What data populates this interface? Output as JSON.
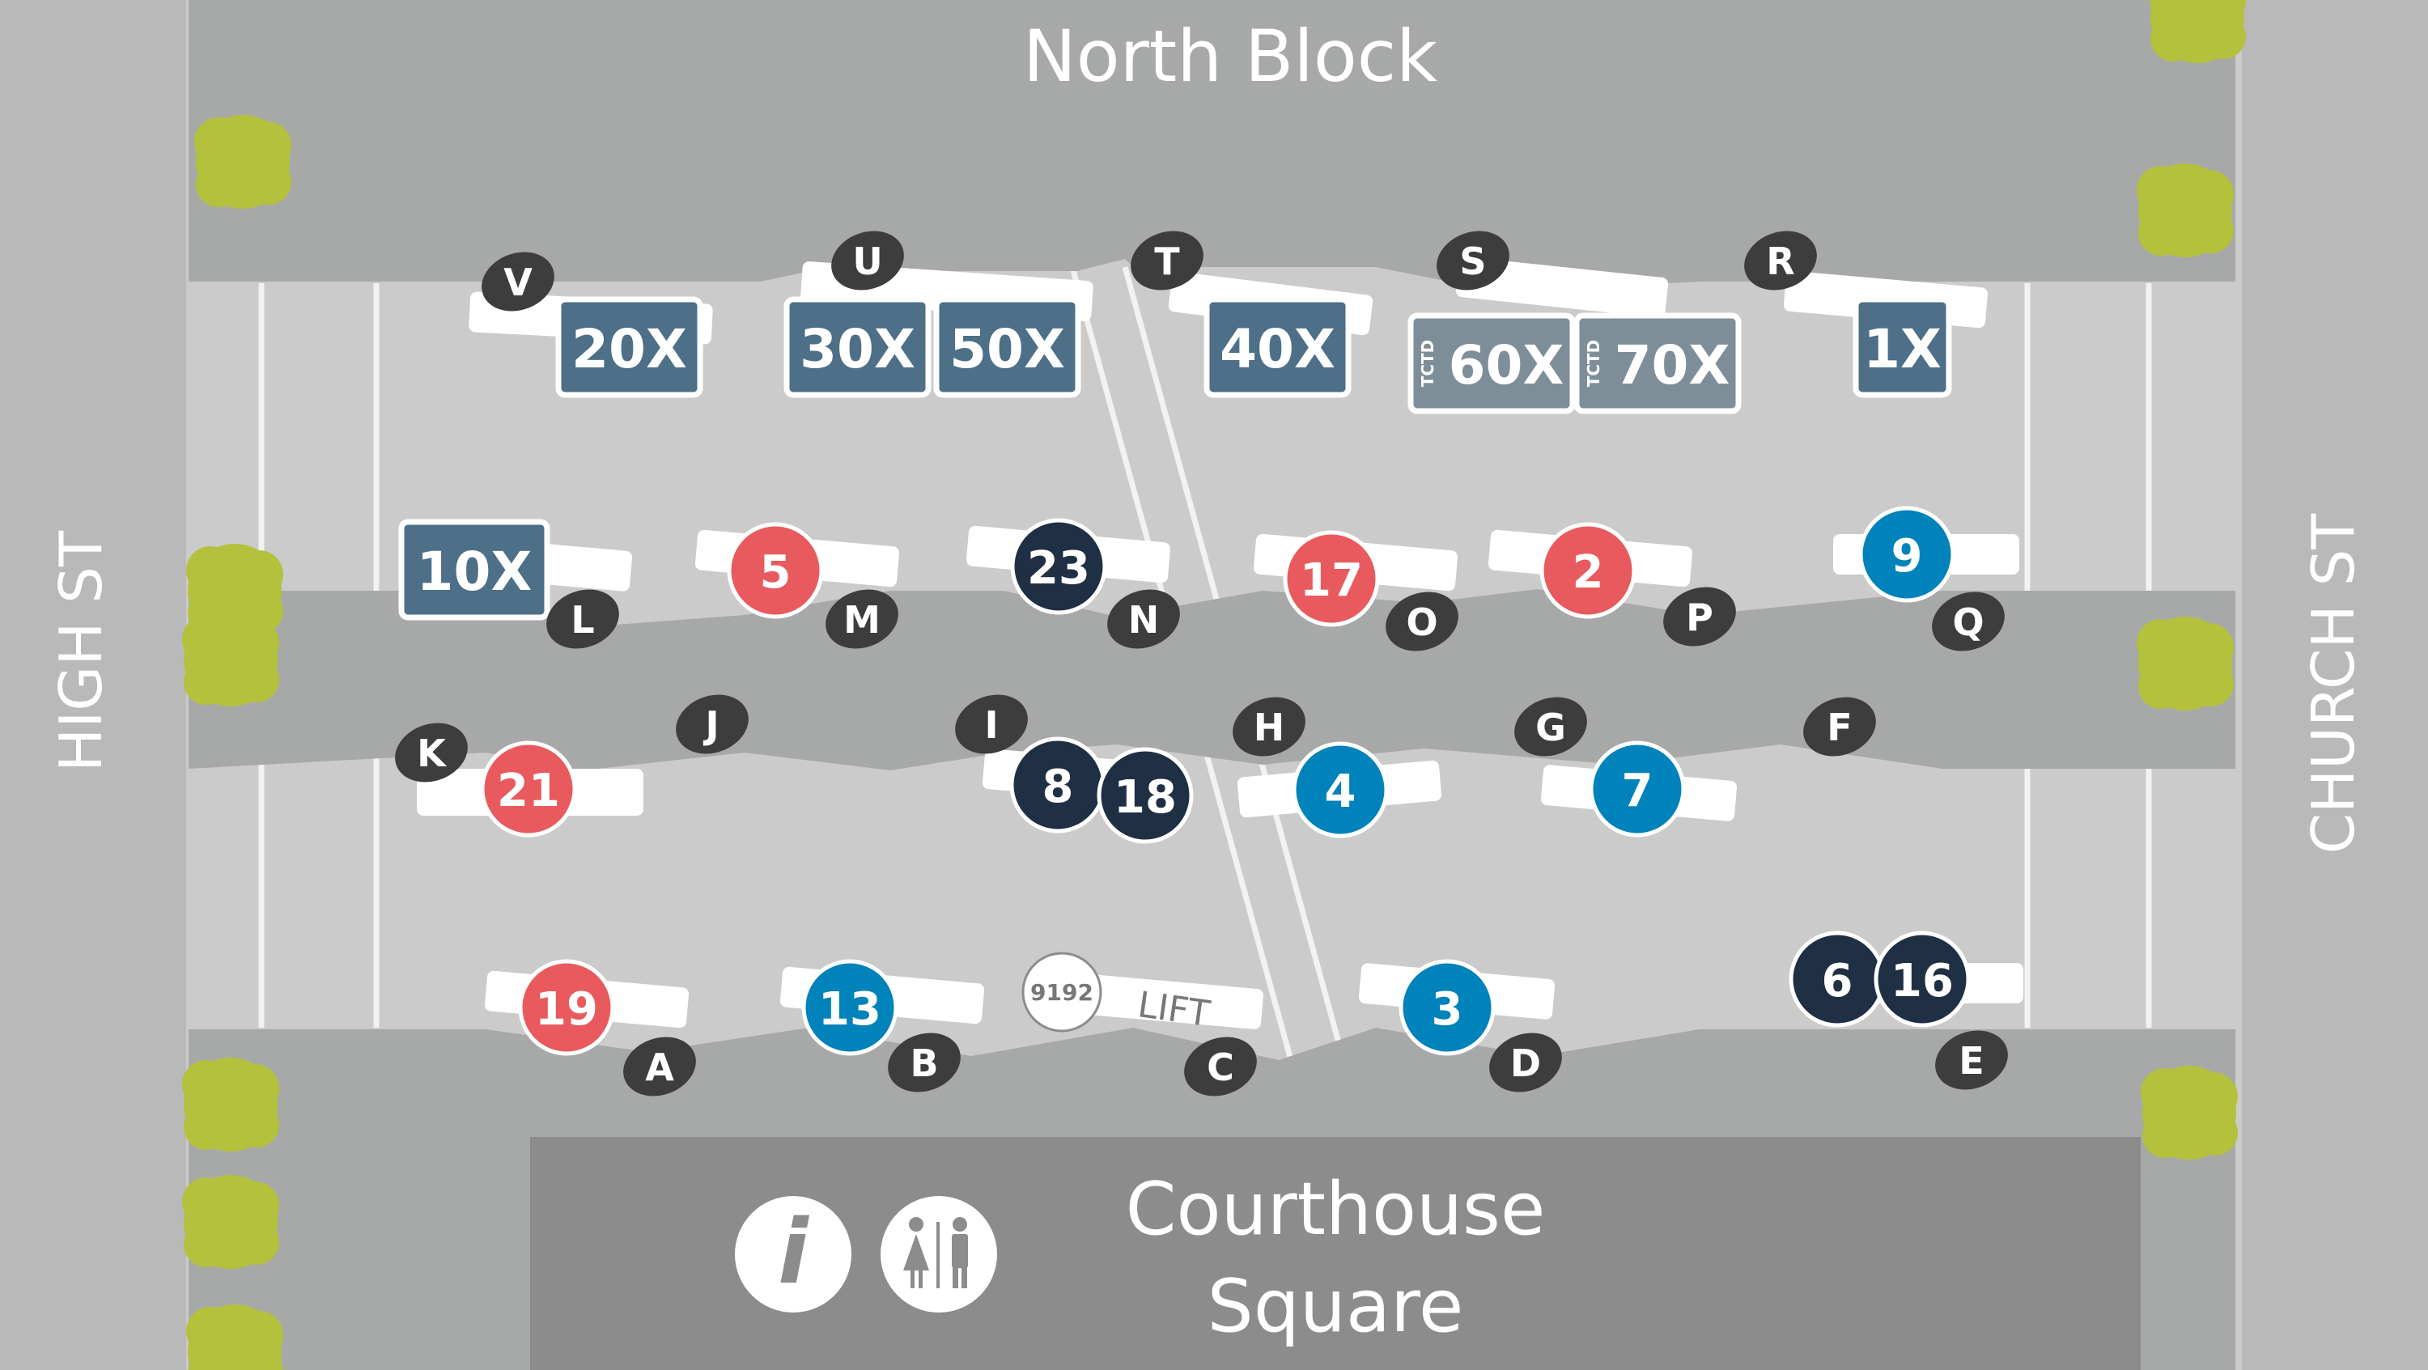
{
  "map": {
    "blocks": {
      "north": "North Block",
      "courthouse_line1": "Courthouse",
      "courthouse_line2": "Square"
    },
    "streets": {
      "west": "HIGH ST",
      "east": "CHURCH ST"
    },
    "facilities": [
      {
        "icon": "info-icon",
        "label": "i"
      },
      {
        "icon": "restroom-icon",
        "label": ""
      }
    ],
    "lift": {
      "label": "LIFT",
      "badge": "9192"
    },
    "express_routes": [
      "20X",
      "30X",
      "50X",
      "40X",
      "60X",
      "70X",
      "1X",
      "10X"
    ],
    "tctd_tag": "TCTD",
    "routes": [
      "5",
      "23",
      "17",
      "2",
      "9",
      "21",
      "8",
      "18",
      "4",
      "7",
      "19",
      "13",
      "3",
      "6",
      "16"
    ],
    "stops": [
      "A",
      "B",
      "C",
      "D",
      "E",
      "F",
      "G",
      "H",
      "I",
      "J",
      "K",
      "L",
      "M",
      "N",
      "O",
      "P",
      "Q",
      "R",
      "S",
      "T",
      "U",
      "V"
    ],
    "colors": {
      "background": "#b9b9b9",
      "road": "#cacaca",
      "block": "#a7a9a8",
      "courthouse": "#8c8c8c",
      "express": "#4d6f87",
      "red_route": "#e85a5e",
      "blue_route": "#0082bb",
      "navy_route": "#1f2f44",
      "stop_marker": "#3d3d3d",
      "tree": "#b4c13c"
    }
  }
}
